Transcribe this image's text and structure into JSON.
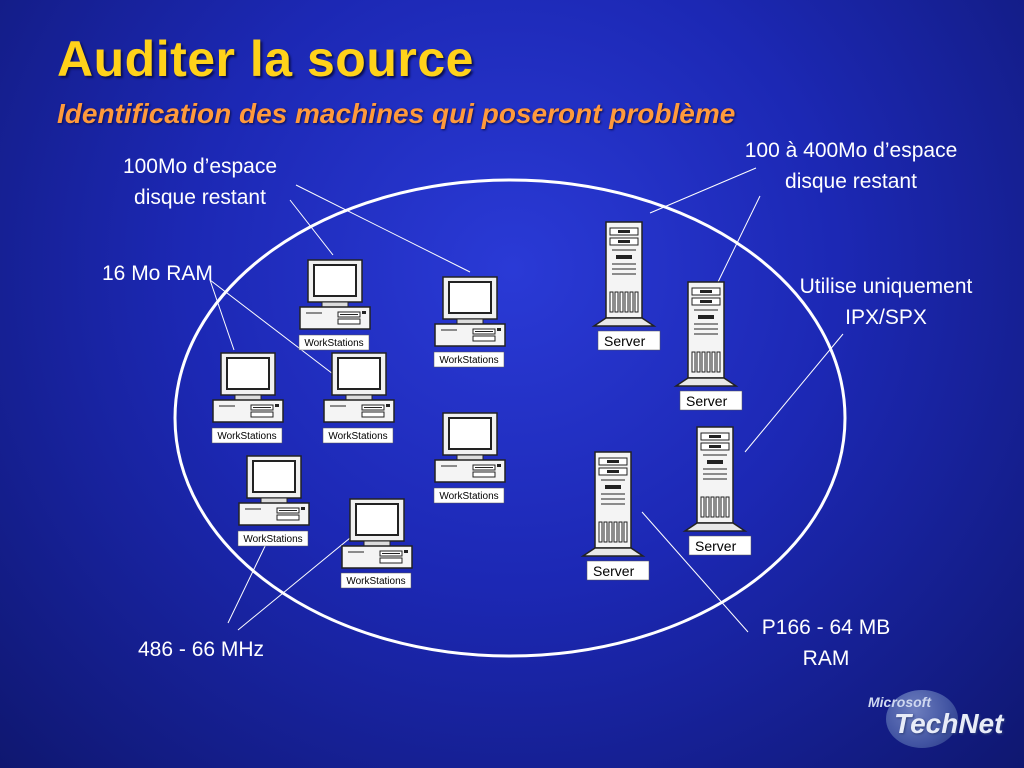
{
  "slide": {
    "title": "Auditer la source",
    "subtitle": "Identification des machines qui poseront problème"
  },
  "annotations": {
    "disk_ws_line1": "100Mo d’espace",
    "disk_ws_line2": "disque restant",
    "disk_srv_line1": "100 à 400Mo d’espace",
    "disk_srv_line2": "disque restant",
    "ram_ws": "16 Mo RAM",
    "protocol_line1": "Utilise uniquement",
    "protocol_line2": "IPX/SPX",
    "cpu_ws": "486 - 66 MHz",
    "cpu_srv_line1": "P166 - 64 MB",
    "cpu_srv_line2": "RAM"
  },
  "workstations": [
    {
      "label": "WorkStations"
    },
    {
      "label": "WorkStations"
    },
    {
      "label": "WorkStations"
    },
    {
      "label": "WorkStations"
    },
    {
      "label": "WorkStations"
    },
    {
      "label": "WorkStations"
    },
    {
      "label": "WorkStations"
    }
  ],
  "servers": [
    {
      "label": "Server"
    },
    {
      "label": "Server"
    },
    {
      "label": "Server"
    },
    {
      "label": "Server"
    }
  ],
  "logo": {
    "brand": "Microsoft",
    "product": "TechNet"
  },
  "colors": {
    "title": "#ffd21a",
    "subtitle": "#ff9a3c",
    "background": "#1c28b4",
    "lines": "#ffffff"
  }
}
